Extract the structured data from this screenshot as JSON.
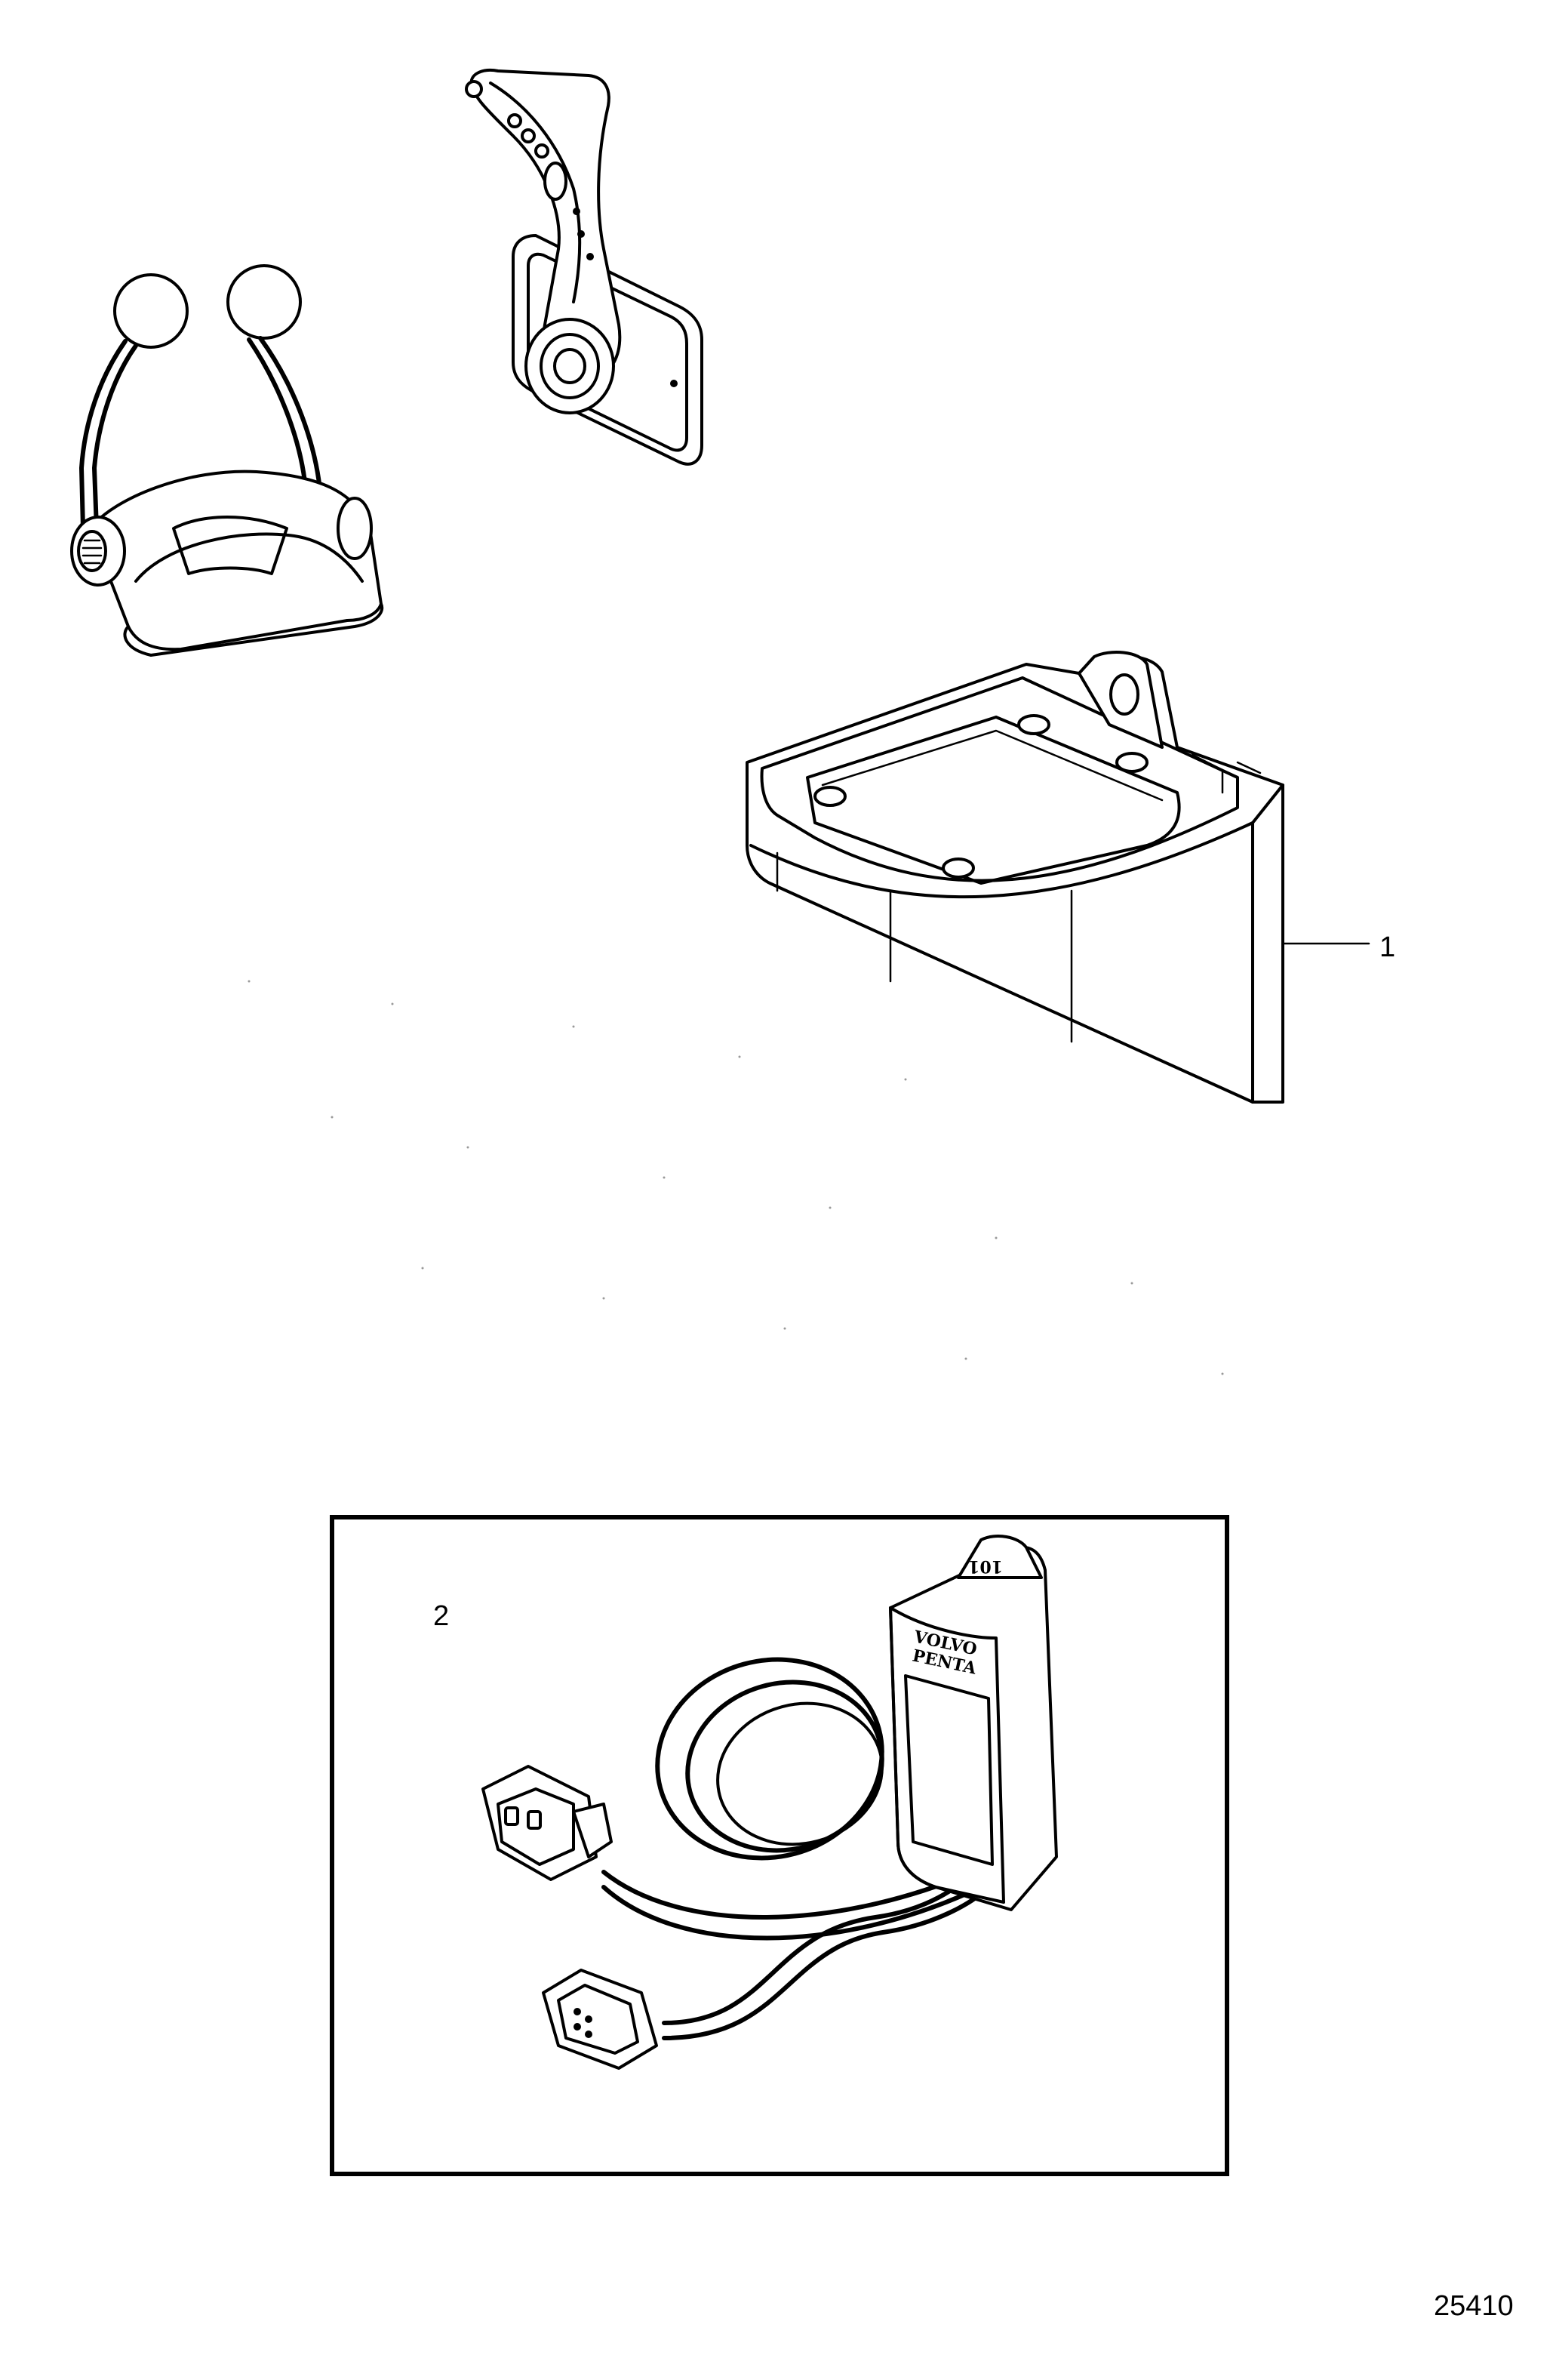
{
  "callouts": {
    "part_1": "1",
    "part_2": "2"
  },
  "figure_number": "25410",
  "module_text": {
    "brand_line_1": "VOLVO",
    "brand_line_2": "PENTA",
    "tab_mark": "101"
  }
}
